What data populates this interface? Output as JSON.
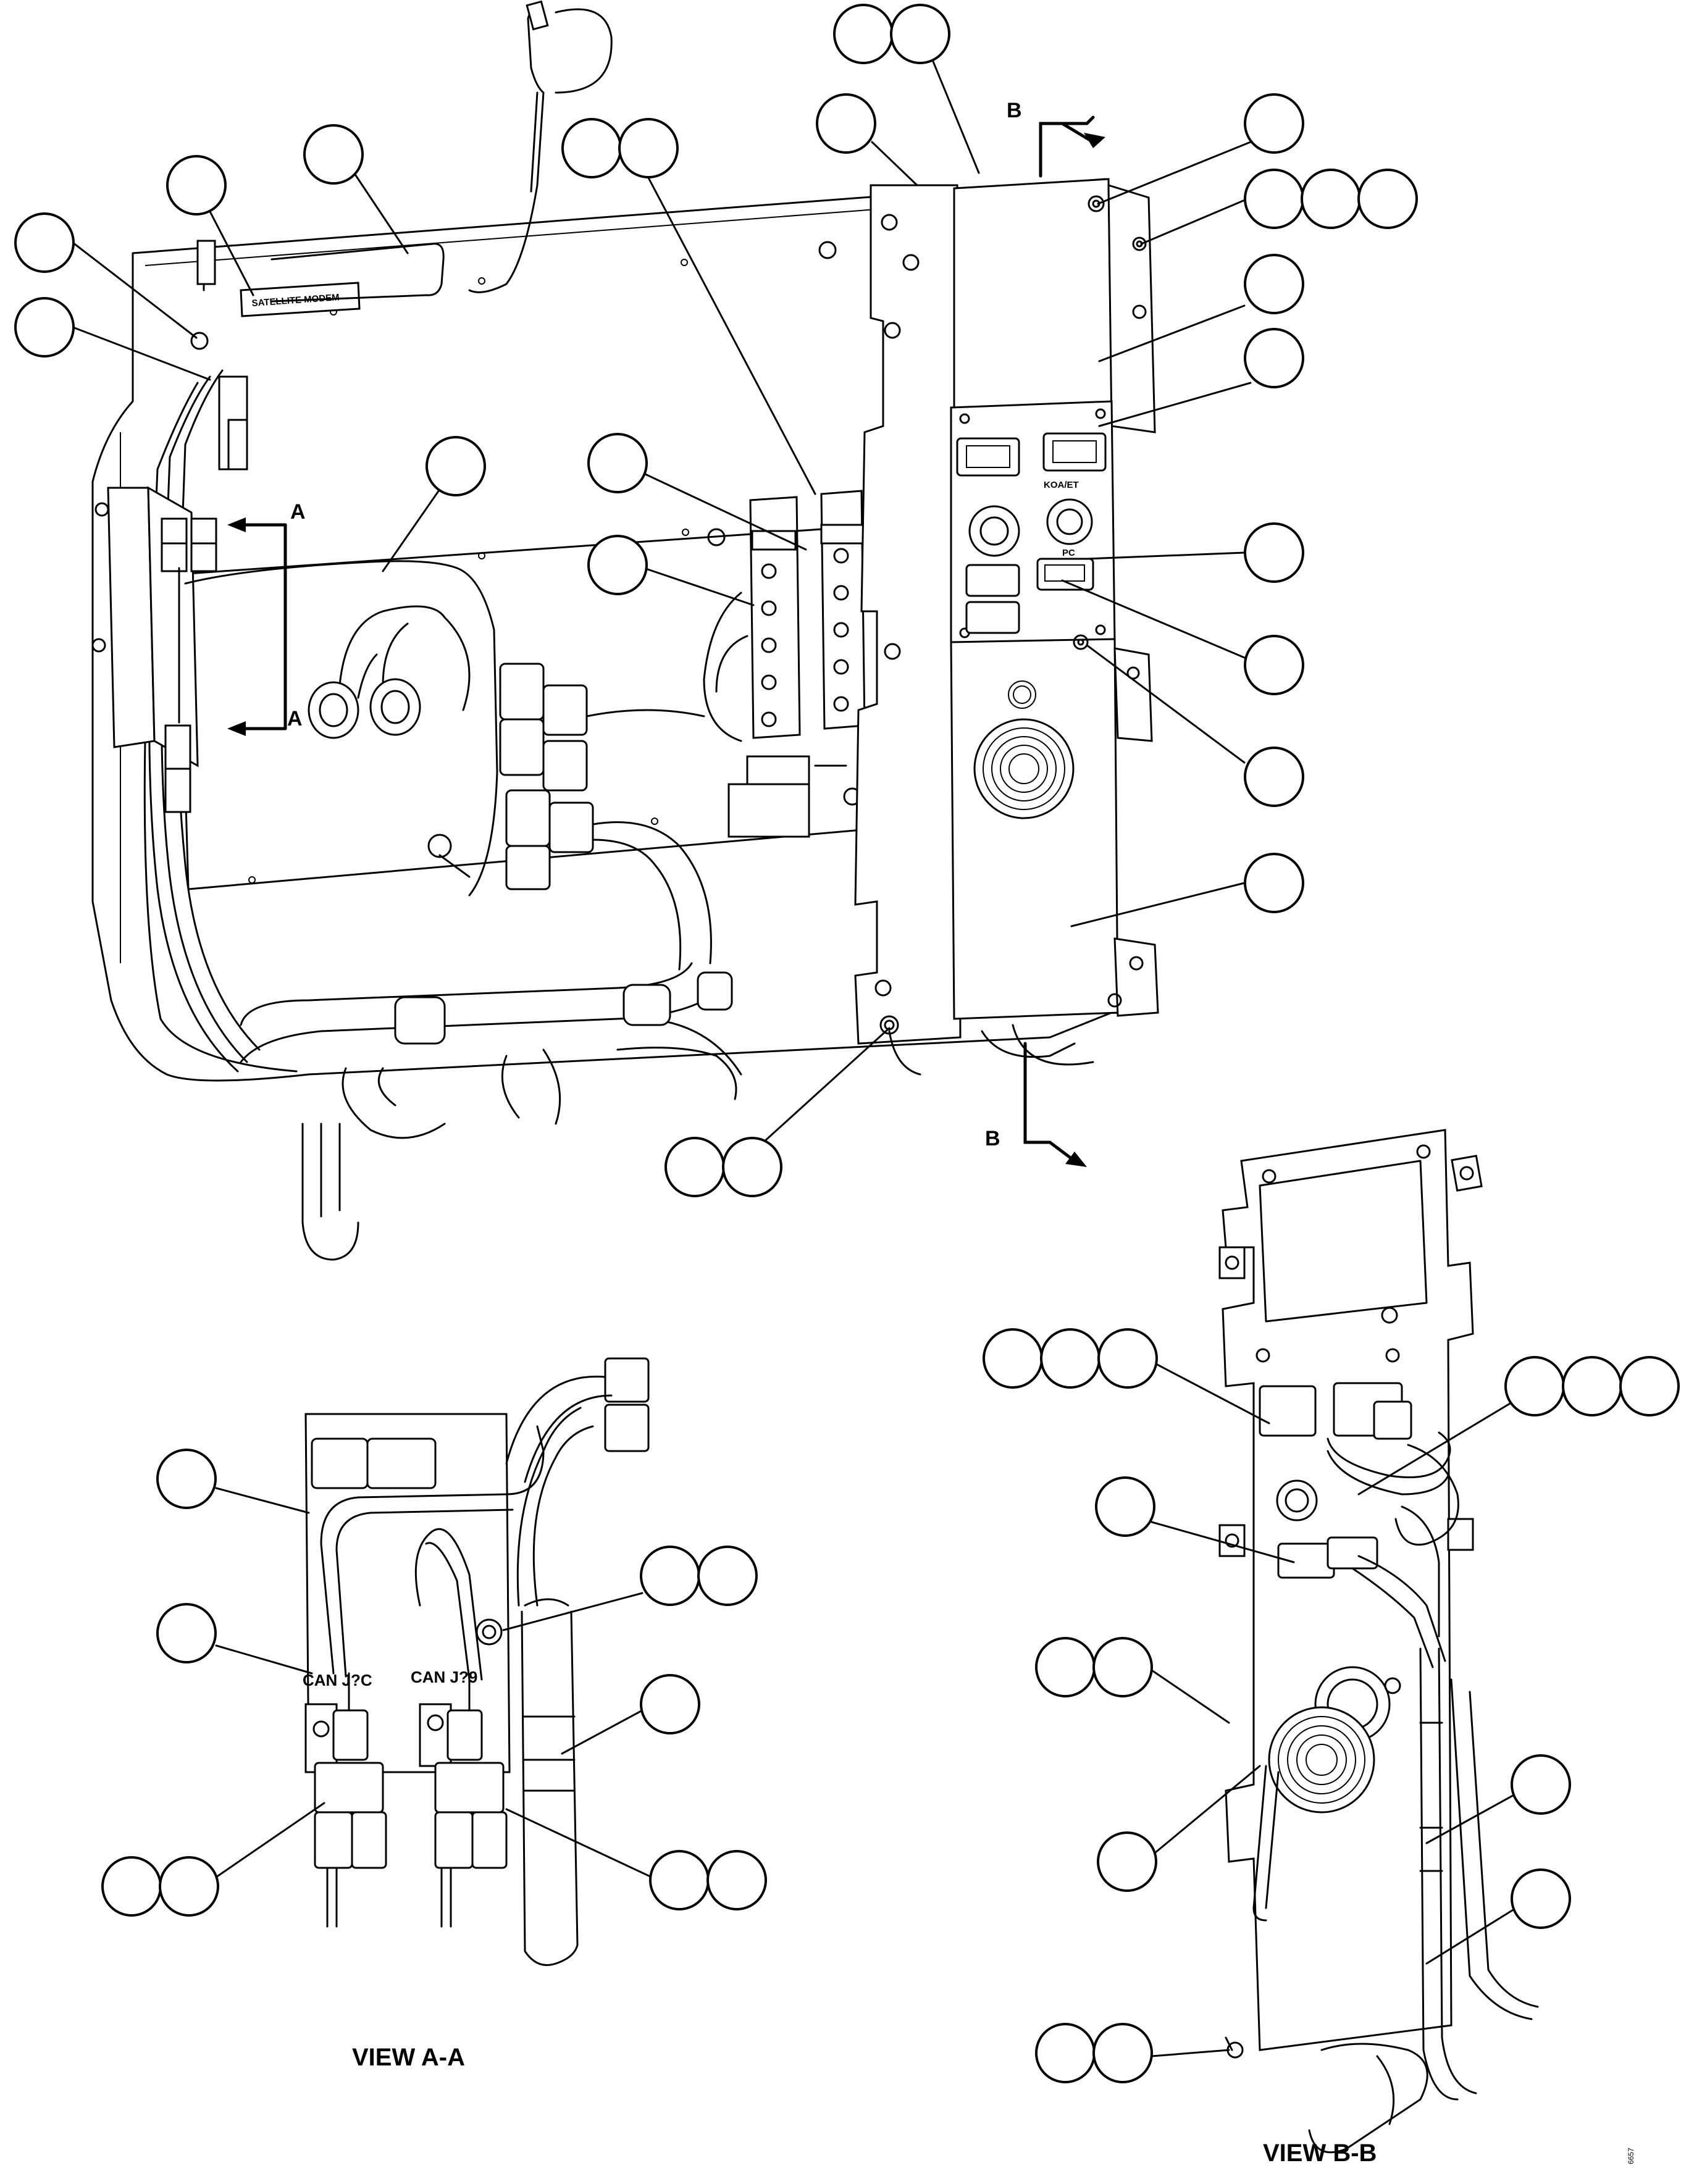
{
  "diagram": {
    "labels": {
      "satellite_modem": "SATELLITE MODEM",
      "koaet": "KOA/ET",
      "pc": "PC",
      "can_j": "CAN J?C",
      "can_j9": "CAN J?9",
      "section_a": "A",
      "section_b": "B",
      "view_aa": "VIEW A-A",
      "view_bb": "VIEW B-B",
      "sheet_code": "6657"
    }
  }
}
